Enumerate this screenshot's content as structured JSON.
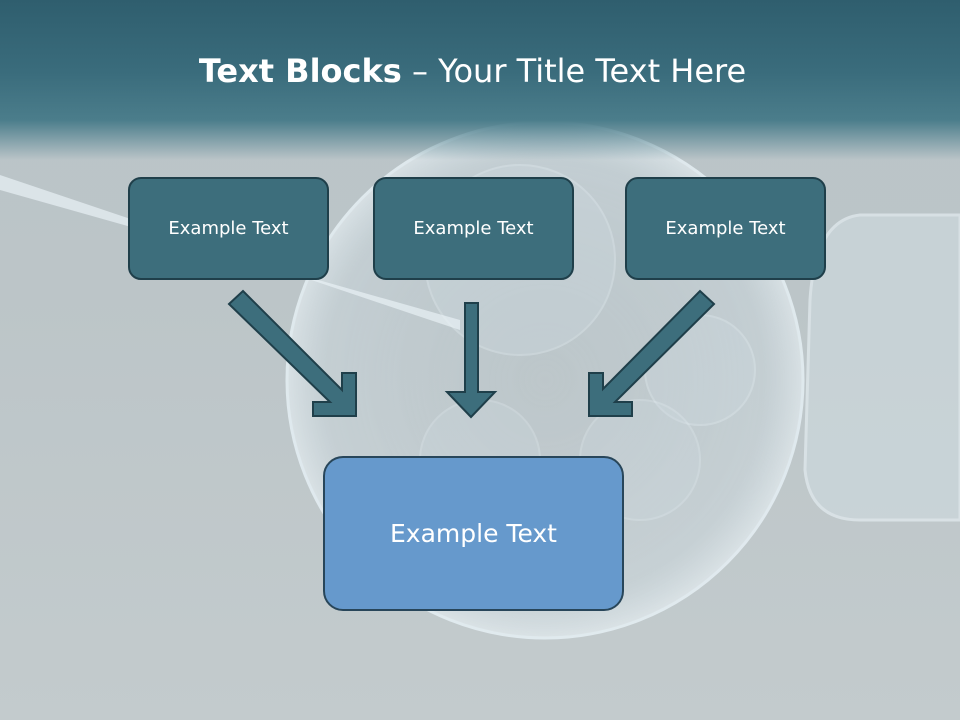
{
  "slide": {
    "title_bold": "Text Blocks",
    "title_rest": " – Your Title Text Here"
  },
  "blocks": {
    "top": [
      {
        "label": "Example Text"
      },
      {
        "label": "Example Text"
      },
      {
        "label": "Example Text"
      }
    ],
    "bottom": {
      "label": "Example Text"
    }
  },
  "colors": {
    "header": "#3a6c7c",
    "small_box_fill": "#3d6e7c",
    "big_box_fill": "#6699cc",
    "arrow_fill": "#3d6e7c"
  }
}
